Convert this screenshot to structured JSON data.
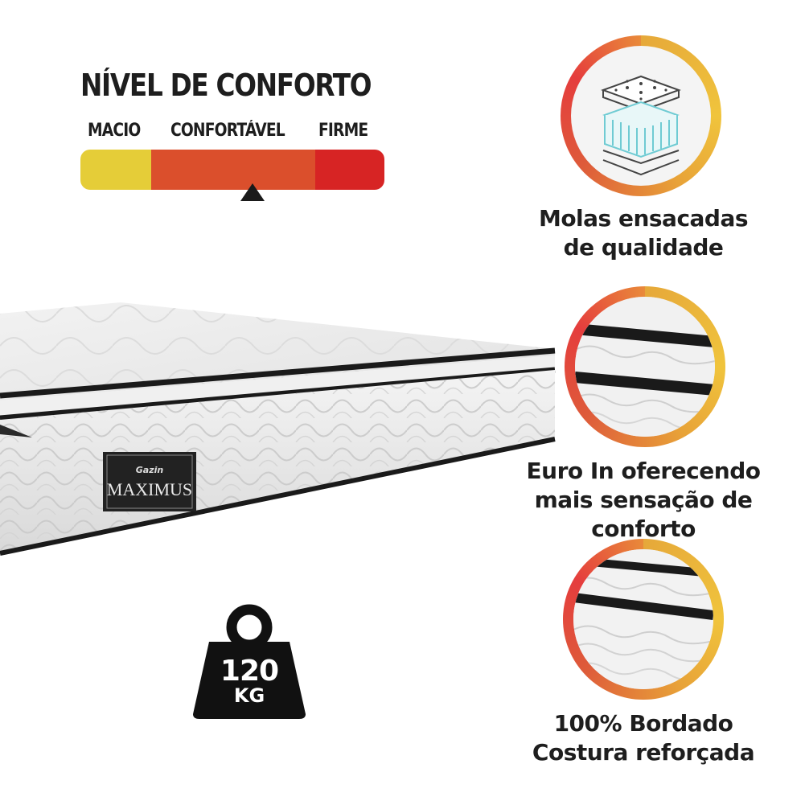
{
  "comfort": {
    "title": "NÍVEL DE CONFORTO",
    "levels": [
      "MACIO",
      "CONFORTÁVEL",
      "FIRME"
    ],
    "selected": "CONFORTÁVEL",
    "colors": {
      "soft": "#e5cd38",
      "medium": "#db4f2c",
      "firm": "#d72424"
    }
  },
  "product": {
    "brand": "Gazin",
    "model": "MAXIMUS"
  },
  "weight": {
    "value": "120",
    "unit": "KG",
    "icon": "weight-icon"
  },
  "features": [
    {
      "icon": "pocket-springs-icon",
      "line1": "Molas ensacadas",
      "line2": "de qualidade"
    },
    {
      "icon": "euro-top-icon",
      "line1": "Euro In oferecendo",
      "line2": "mais sensação de conforto"
    },
    {
      "icon": "embroidery-icon",
      "line1": "100% Bordado",
      "line2": "Costura reforçada"
    }
  ]
}
